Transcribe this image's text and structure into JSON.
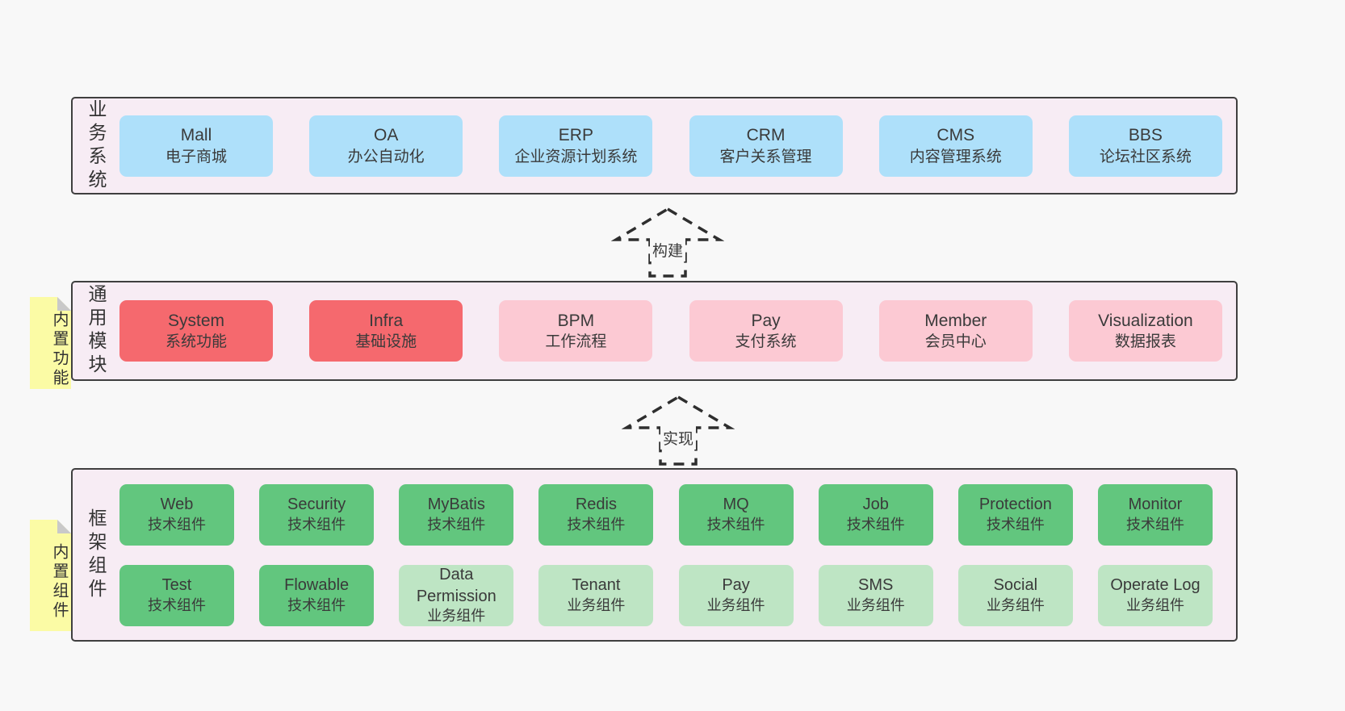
{
  "colors": {
    "page_bg": "#f8f8f8",
    "panel_bg": "#f7ecf4",
    "panel_border": "#3f3f3f",
    "box_blue": "#aee0fa",
    "box_red": "#f5696e",
    "box_pink": "#fcc9d3",
    "box_green": "#62c67e",
    "box_light_green": "#bee5c4",
    "note_yellow": "#fbfba5",
    "note_fold_gray": "#c9c9c9",
    "text": "#3a3a3a"
  },
  "arrows": {
    "build": "构建",
    "implement": "实现"
  },
  "business": {
    "title": "业务系统",
    "boxes": [
      {
        "name": "Mall",
        "desc": "电子商城"
      },
      {
        "name": "OA",
        "desc": "办公自动化"
      },
      {
        "name": "ERP",
        "desc": "企业资源计划系统"
      },
      {
        "name": "CRM",
        "desc": "客户关系管理"
      },
      {
        "name": "CMS",
        "desc": "内容管理系统"
      },
      {
        "name": "BBS",
        "desc": "论坛社区系统"
      }
    ]
  },
  "modules": {
    "title": "通用模块",
    "note": "内置功能",
    "boxes": [
      {
        "name": "System",
        "desc": "系统功能"
      },
      {
        "name": "Infra",
        "desc": "基础设施"
      },
      {
        "name": "BPM",
        "desc": "工作流程"
      },
      {
        "name": "Pay",
        "desc": "支付系统"
      },
      {
        "name": "Member",
        "desc": "会员中心"
      },
      {
        "name": "Visualization",
        "desc": "数据报表"
      }
    ]
  },
  "framework": {
    "title": "框架组件",
    "note": "内置组件",
    "row1": [
      {
        "name": "Web",
        "desc": "技术组件"
      },
      {
        "name": "Security",
        "desc": "技术组件"
      },
      {
        "name": "MyBatis",
        "desc": "技术组件"
      },
      {
        "name": "Redis",
        "desc": "技术组件"
      },
      {
        "name": "MQ",
        "desc": "技术组件"
      },
      {
        "name": "Job",
        "desc": "技术组件"
      },
      {
        "name": "Protection",
        "desc": "技术组件"
      },
      {
        "name": "Monitor",
        "desc": "技术组件"
      }
    ],
    "row2": [
      {
        "name": "Test",
        "desc": "技术组件"
      },
      {
        "name": "Flowable",
        "desc": "技术组件"
      },
      {
        "name": "Data Permission",
        "desc": "业务组件"
      },
      {
        "name": "Tenant",
        "desc": "业务组件"
      },
      {
        "name": "Pay",
        "desc": "业务组件"
      },
      {
        "name": "SMS",
        "desc": "业务组件"
      },
      {
        "name": "Social",
        "desc": "业务组件"
      },
      {
        "name": "Operate Log",
        "desc": "业务组件"
      }
    ]
  }
}
